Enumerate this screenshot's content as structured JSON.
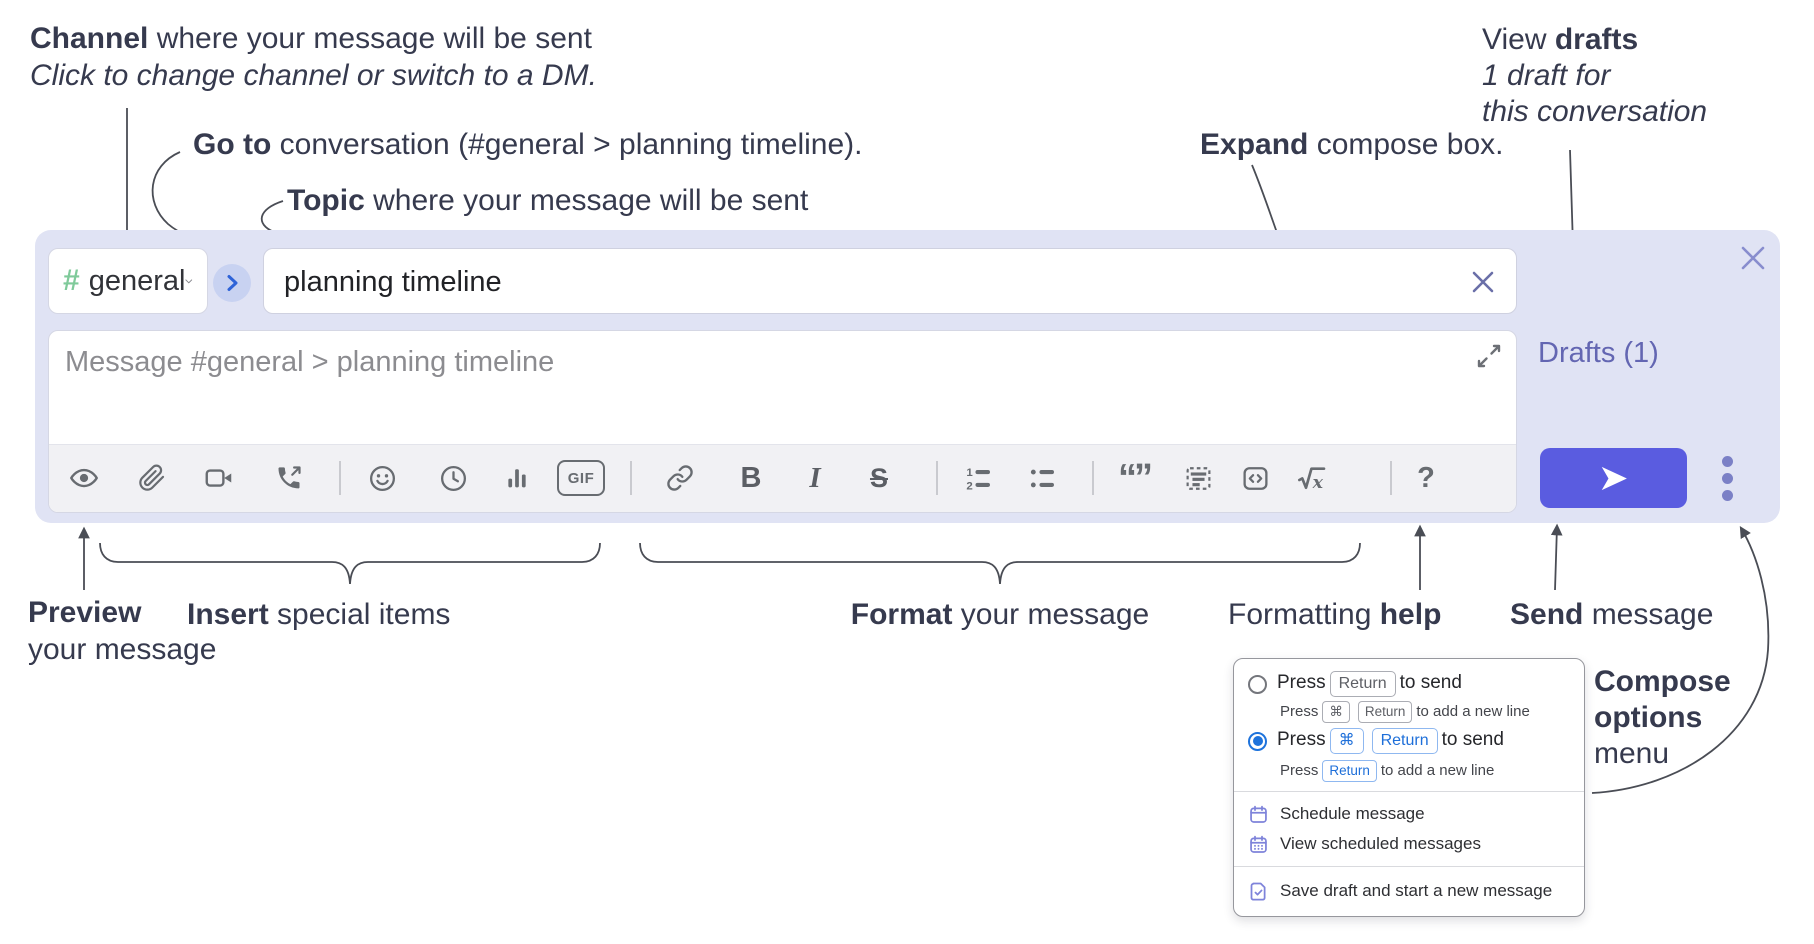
{
  "annotations": {
    "channel": {
      "bold": "Channel",
      "rest": " where your message will be sent",
      "line2": "Click to change channel or switch to a DM."
    },
    "goto": {
      "bold": "Go to",
      "rest": " conversation (#general > planning timeline)."
    },
    "topic": {
      "bold": "Topic",
      "rest": " where your message will be sent"
    },
    "expand": {
      "bold": "Expand",
      "rest": " compose box."
    },
    "drafts": {
      "line1_pre": "View ",
      "line1_bold": "drafts",
      "line2": "1 draft for",
      "line3": "this conversation"
    },
    "preview": {
      "bold": "Preview",
      "line2": "your message"
    },
    "insert": {
      "bold": "Insert",
      "rest": " special items"
    },
    "format": {
      "bold": "Format",
      "rest": " your message"
    },
    "formatting_help": {
      "pre": "Formatting ",
      "bold": "help"
    },
    "send": {
      "bold": "Send",
      "rest": " message"
    },
    "compose_options": {
      "line1": "Compose",
      "line2": "options",
      "line3": "menu"
    }
  },
  "composer": {
    "channel_chip": {
      "hash": "#",
      "name": "general"
    },
    "topic_value": "planning timeline",
    "message_placeholder": "Message #general > planning timeline",
    "drafts_label": "Drafts (1)",
    "gif_label": "GIF",
    "bold_label": "B",
    "italic_label": "I",
    "strike_label": "S",
    "quote_label": "“”",
    "sqrt_label": "x",
    "help_label": "?"
  },
  "toolbar": {
    "icons": [
      "preview-eye",
      "attach-paperclip",
      "video-camera",
      "huddle-phone-outgoing",
      "emoji-smiley",
      "recent-clock",
      "poll-bar-chart",
      "gif",
      "link",
      "bold",
      "italic",
      "strikethrough",
      "ordered-list",
      "bulleted-list",
      "blockquote",
      "code-block",
      "inline-code",
      "formula-sqrt",
      "formatting-help"
    ]
  },
  "menu": {
    "option1": {
      "pre": "Press",
      "key": "Return",
      "post": "to send",
      "sub_pre": "Press",
      "sub_key1": "⌘",
      "sub_key2": "Return",
      "sub_post": "to add a new line"
    },
    "option2": {
      "pre": "Press",
      "key1": "⌘",
      "key2": "Return",
      "post": "to send",
      "sub_pre": "Press",
      "sub_key": "Return",
      "sub_post": "to add a new line"
    },
    "items": [
      {
        "icon": "calendar-icon",
        "label": "Schedule message"
      },
      {
        "icon": "calendar-grid-icon",
        "label": "View scheduled messages"
      },
      {
        "icon": "draft-check-icon",
        "label": "Save draft and start a new message"
      }
    ]
  },
  "colors": {
    "compose_bg": "#e0e3f4",
    "send_button": "#5a5ce0",
    "hash_green": "#7fca9a",
    "drafts_text": "#6366b2",
    "goto_circle": "#c8d2f1",
    "goto_chevron": "#2e63d8",
    "toolbar_icon": "#686c71",
    "annotation_text": "#363a4e",
    "radio_selected": "#1e73dc",
    "menu_icon": "#7e83da",
    "key_blue": "#1e6fd9"
  }
}
